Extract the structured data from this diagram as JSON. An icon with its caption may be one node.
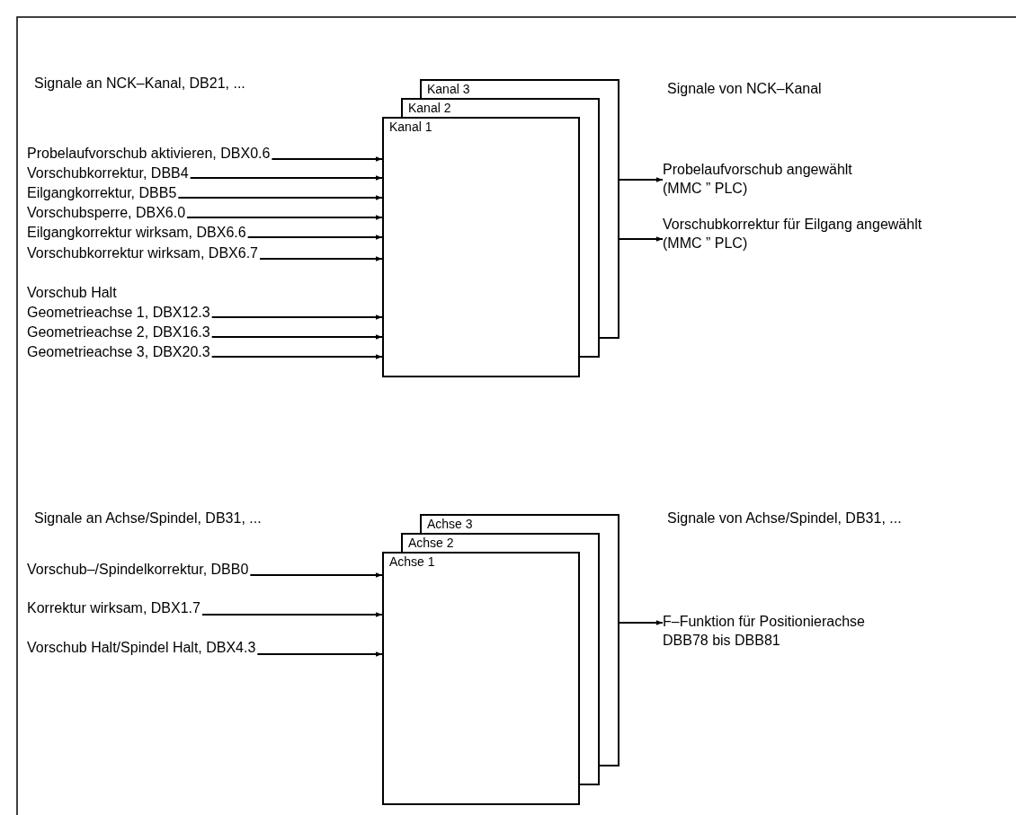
{
  "diagram": {
    "nodes": [
      {
        "text": [
          "Kanal 3"
        ]
      },
      {
        "text": [
          "Kanal 2"
        ]
      },
      {
        "text": [
          "Kanal 1"
        ]
      },
      {
        "text": [
          "Probelaufvorschub aktivieren, DBX0.6"
        ]
      },
      {
        "text": [
          "Vorschubkorrektur, DBB4"
        ]
      },
      {
        "text": [
          "Eilgangkorrektur, DBB5"
        ]
      },
      {
        "text": [
          "Vorschubsperre, DBX6.0"
        ]
      },
      {
        "text": [
          "Eilgangkorrektur wirksam, DBX6.6"
        ]
      },
      {
        "text": [
          "Vorschubkorrektur wirksam, DBX6.7"
        ]
      },
      {
        "text": [
          "Geometrieachse 1, DBX12.3"
        ]
      },
      {
        "text": [
          "Geometrieachse 2, DBX16.3"
        ]
      },
      {
        "text": [
          "Geometrieachse 3, DBX20.3"
        ]
      },
      {
        "text": [
          "Probelaufvorschub angewählt (MMC ” PLC)"
        ]
      },
      {
        "text": [
          "Vorschubkorrektur für Eilgang angewählt (MMC ” PLC)"
        ]
      },
      {
        "text": [
          "Achse 3"
        ]
      },
      {
        "text": [
          "Achse 2"
        ]
      },
      {
        "text": [
          "Achse 1"
        ]
      },
      {
        "text": [
          "Vorschub–/Spindelkorrektur, DBB0"
        ]
      },
      {
        "text": [
          "Korrektur wirksam, DBX1.7"
        ]
      },
      {
        "text": [
          "Vorschub Halt/Spindel Halt, DBX4.3"
        ]
      },
      {
        "text": [
          "F–Funktion für Positionierachse DBB78 bis DBB81"
        ]
      }
    ],
    "edges": [
      {
        "from": 3,
        "to": 2,
        "arrow": "to"
      },
      {
        "from": 4,
        "to": 2,
        "arrow": "to"
      },
      {
        "from": 5,
        "to": 2,
        "arrow": "to"
      },
      {
        "from": 6,
        "to": 2,
        "arrow": "to"
      },
      {
        "from": 7,
        "to": 2,
        "arrow": "to"
      },
      {
        "from": 8,
        "to": 2,
        "arrow": "to"
      },
      {
        "from": 9,
        "to": 2,
        "arrow": "to"
      },
      {
        "from": 10,
        "to": 2,
        "arrow": "to"
      },
      {
        "from": 11,
        "to": 2,
        "arrow": "to"
      },
      {
        "from": null,
        "to": 12,
        "arrow": "to"
      },
      {
        "from": null,
        "to": 13,
        "arrow": "to"
      },
      {
        "from": 17,
        "to": 16,
        "arrow": "to"
      },
      {
        "from": 18,
        "to": 16,
        "arrow": "to"
      },
      {
        "from": 19,
        "to": 16,
        "arrow": "to"
      },
      {
        "from": null,
        "to": 20,
        "arrow": "to"
      }
    ],
    "labels": [
      "Signale an NCK–Kanal, DB21, ...",
      "Signale von NCK–Kanal",
      "Vorschub Halt",
      "Signale an Achse/Spindel, DB31, ...",
      "Signale von Achse/Spindel, DB31, ..."
    ]
  }
}
